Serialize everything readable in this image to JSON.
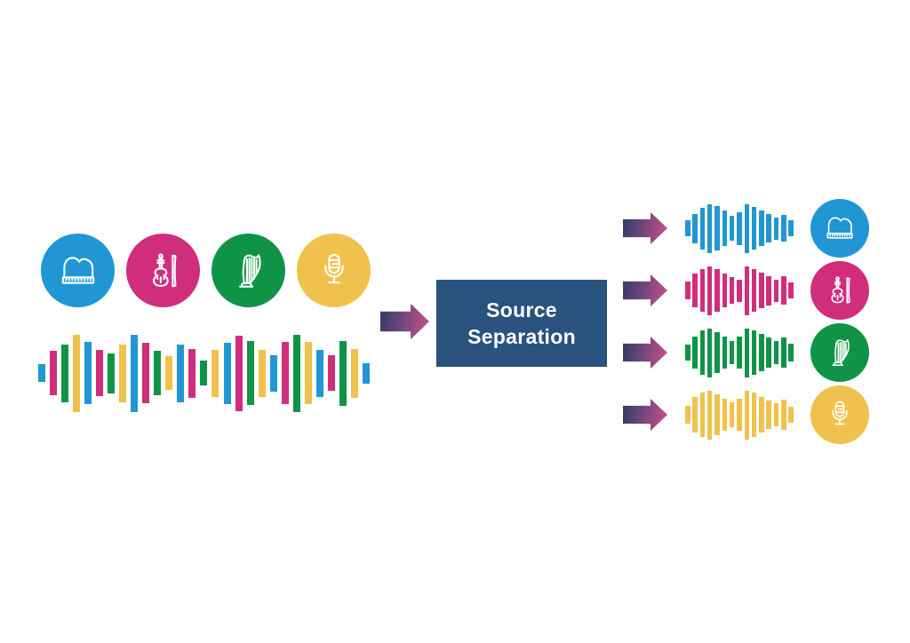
{
  "diagram": {
    "label": "Source Separation"
  },
  "palette": {
    "blue": "#2196d4",
    "pink": "#d02e7d",
    "green": "#0f9447",
    "yellow": "#f0c14c",
    "navy_box": "#29527e",
    "arrow_gradient_start": "#2e3c6a",
    "arrow_gradient_end": "#c9528c",
    "icon_stroke": "#ffffff",
    "background": "#ffffff"
  },
  "sources": [
    {
      "name": "piano",
      "icon": "piano-icon",
      "color_key": "blue"
    },
    {
      "name": "violin",
      "icon": "violin-icon",
      "color_key": "pink"
    },
    {
      "name": "harp",
      "icon": "harp-icon",
      "color_key": "green"
    },
    {
      "name": "microphone",
      "icon": "microphone-icon",
      "color_key": "yellow"
    }
  ],
  "mixed_waveform": {
    "color_cycle": [
      "blue",
      "pink",
      "green",
      "yellow"
    ],
    "heights": [
      20,
      50,
      65,
      87,
      70,
      52,
      45,
      65,
      87,
      68,
      50,
      38,
      65,
      55,
      28,
      53,
      69,
      85,
      72,
      53,
      41,
      70,
      87,
      70,
      53,
      40,
      73,
      55,
      23
    ]
  },
  "outputs": [
    {
      "name": "piano",
      "icon": "piano-icon",
      "color_key": "blue",
      "waveform_heights": [
        18,
        33,
        47,
        55,
        50,
        40,
        28,
        37,
        55,
        48,
        40,
        32,
        25,
        30,
        18
      ]
    },
    {
      "name": "violin",
      "icon": "violin-icon",
      "color_key": "pink",
      "waveform_heights": [
        20,
        38,
        48,
        55,
        48,
        38,
        30,
        25,
        55,
        48,
        40,
        33,
        25,
        32,
        18
      ]
    },
    {
      "name": "harp",
      "icon": "harp-icon",
      "color_key": "green",
      "waveform_heights": [
        18,
        36,
        50,
        55,
        46,
        36,
        26,
        36,
        55,
        50,
        42,
        34,
        26,
        34,
        20
      ]
    },
    {
      "name": "microphone",
      "icon": "microphone-icon",
      "color_key": "yellow",
      "waveform_heights": [
        20,
        40,
        50,
        55,
        46,
        36,
        28,
        36,
        55,
        50,
        40,
        32,
        26,
        34,
        18
      ]
    }
  ]
}
